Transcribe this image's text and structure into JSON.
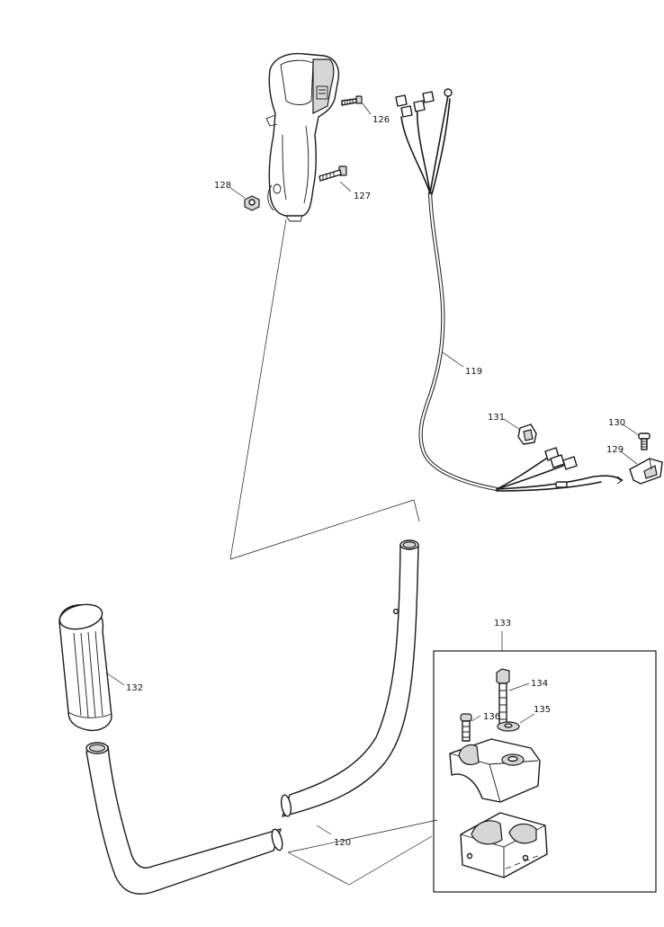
{
  "callouts": {
    "p119": "119",
    "p120": "120",
    "p126": "126",
    "p127": "127",
    "p128": "128",
    "p129": "129",
    "p130": "130",
    "p131": "131",
    "p132": "132",
    "p133": "133",
    "p134": "134",
    "p135": "135",
    "p136": "136"
  },
  "colors": {
    "line": "#1a1a1a",
    "background": "#ffffff",
    "shade": "#d6d6d6"
  }
}
